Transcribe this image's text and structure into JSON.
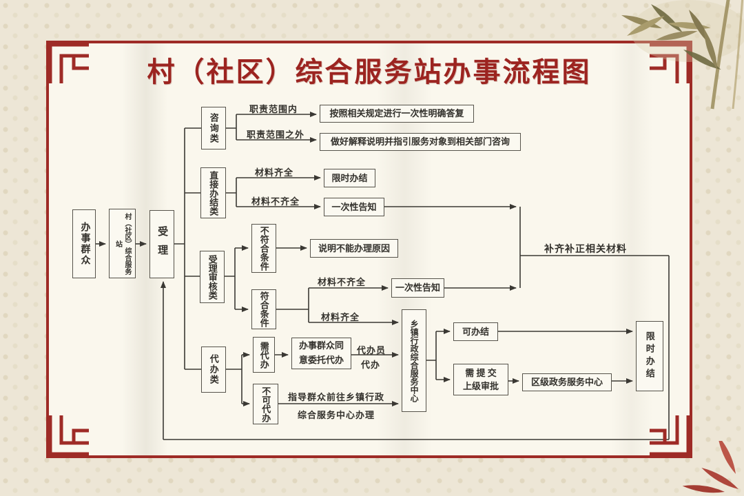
{
  "title": "村（社区）综合服务站办事流程图",
  "colors": {
    "frame_red": "#9e2b26",
    "title_red": "#9c2420",
    "line_dark": "#3a3833"
  },
  "nodes": {
    "public": "办事群众",
    "station": "村（社区）综合服务站",
    "accept": "受理",
    "consult": "咨询类",
    "direct": "直接办结类",
    "review": "受理审核类",
    "agent": "代办类",
    "reply": "按照相关规定进行一次性明确答复",
    "explain": "做好解释说明并指引服务对象到相关部门咨询",
    "limit_time_1": "限时办结",
    "one_time_notice_1": "一次性告知",
    "not_eligible": "不符合条件",
    "explain_reason": "说明不能办理原因",
    "eligible": "符合条件",
    "one_time_notice_2": "一次性告知",
    "township_center": "乡镇行政综合服务中心",
    "need_agent": "需代办",
    "consent": "办事群众同意委托代办",
    "cannot_agent": "不可代办",
    "can_complete": "可办结",
    "need_approval_line1": "需 提 交",
    "need_approval_line2": "上级审批",
    "district_center": "区级政务服务中心",
    "limit_time_2": "限时办结"
  },
  "edge_labels": {
    "in_scope": "职责范围内",
    "out_of_scope": "职责范围之外",
    "materials_complete_1": "材料齐全",
    "materials_incomplete_1": "材料不齐全",
    "materials_incomplete_2": "材料不齐全",
    "materials_complete_2": "材料齐全",
    "agent_line1": "代办员",
    "agent_line2": "代办",
    "guide_line1": "指导群众前往乡镇行政",
    "guide_line2": "综合服务中心办理",
    "supplement": "补齐补正相关材料"
  }
}
